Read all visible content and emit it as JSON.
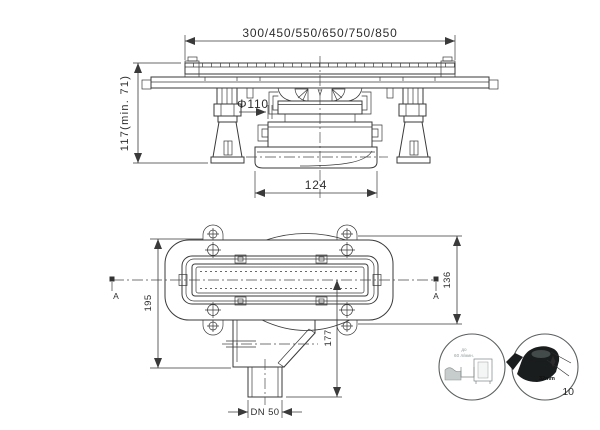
{
  "meta": {
    "page_number": "10"
  },
  "elevation_view": {
    "length_options_dim": "300/450/550/650/750/850",
    "install_height_dim": "117(min. 71)",
    "trap_diameter_dim": "Φ110",
    "trap_width_dim": "124"
  },
  "plan_view": {
    "overall_length_dim": "195",
    "flange_width_dim": "136",
    "outlet_offset_dim": "177",
    "outlet_size_dim": "DN 50",
    "section_marker_left": "A",
    "section_marker_right": "A"
  },
  "detail_insets": {
    "flow_rate_line1": "до",
    "flow_rate_line2": "60 л/мин.",
    "water_seal_dim": "32mm"
  },
  "colors": {
    "line": "#3a3a3a",
    "page_number": "#8b9192"
  }
}
